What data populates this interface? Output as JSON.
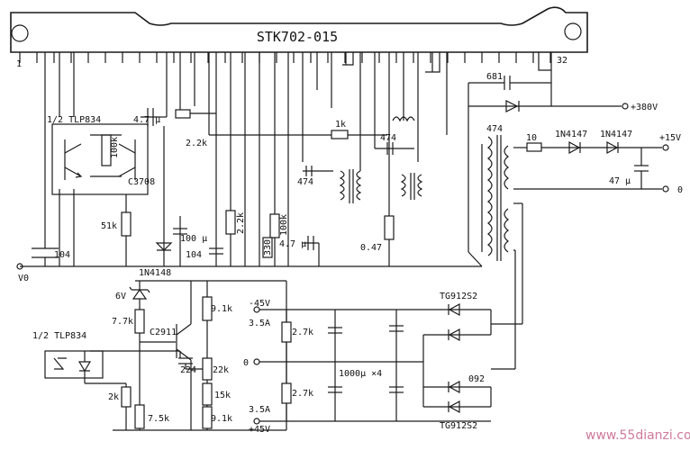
{
  "ic": {
    "name": "STK702-015",
    "pin_first": "1",
    "pin_last": "32"
  },
  "opto": {
    "top": "1/2 TLP834",
    "bottom": "1/2 TLP834"
  },
  "transistors": {
    "q1": "C3708",
    "q2": "C2911"
  },
  "labels": {
    "c_4u7_top": "4.7 μ",
    "r_100k_a": "100k",
    "r_2k2_a": "2.2k",
    "r_1k": "1k",
    "c_681": "681",
    "v_380": "+380V",
    "c_474_a": "474",
    "c_474_b": "474",
    "c_474_c": "474",
    "r_10": "10",
    "d_1n4147_a": "1N4147",
    "d_1n4147_b": "1N4147",
    "v_15": "+15V",
    "c_47u": "47 μ",
    "zero_out": "0",
    "r_51k": "51k",
    "c_100u": "100 μ",
    "r_2k2_b": "2.2k",
    "c_104_a": "104",
    "c_104_b": "104",
    "r_100k_b": "100k",
    "r_330": "330",
    "c_4u7_b": "4.7 μ",
    "r_047": "0.47",
    "v0": "V0",
    "d_1n4148": "1N4148",
    "z_6v": "6V",
    "r_7k7": "7.7k",
    "r_9k1_a": "9.1k",
    "c_224": "224",
    "r_22k": "22k",
    "r_15k": "15k",
    "r_9k1_b": "9.1k",
    "r_7k5": "7.5k",
    "r_2k": "2k",
    "v_m45": "-45V",
    "i_35a_a": "3.5A",
    "zero_mid": "0",
    "i_35a_b": "3.5A",
    "v_p45": "+45V",
    "r_2k7_a": "2.7k",
    "r_2k7_b": "2.7k",
    "c_1000u": "1000μ ×4",
    "d_tg_a": "TG912S2",
    "d_092": "092",
    "d_tg_b": "TG912S2"
  },
  "watermark": "www.55dianzi.com"
}
